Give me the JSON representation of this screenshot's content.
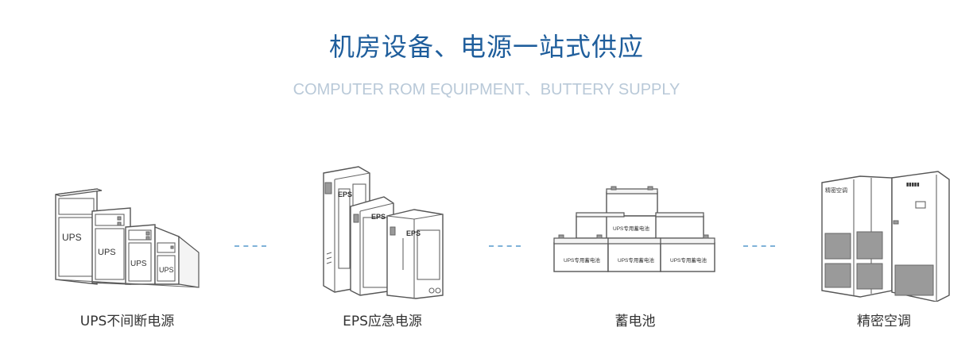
{
  "header": {
    "title": "机房设备、电源一站式供应",
    "subtitle": "COMPUTER ROM EQUIPMENT、BUTTERY SUPPLY"
  },
  "products": [
    {
      "label": "UPS不间断电源",
      "icon": "ups-cabinets-icon",
      "cabinet_text": "UPS"
    },
    {
      "label": "EPS应急电源",
      "icon": "eps-cabinets-icon",
      "cabinet_text": "EPS"
    },
    {
      "label": "蓄电池",
      "icon": "battery-stack-icon",
      "cabinet_text": "UPS专用蓄电池"
    },
    {
      "label": "精密空调",
      "icon": "precision-ac-icon",
      "cabinet_text": "精密空调"
    }
  ],
  "colors": {
    "title": "#1f5e9c",
    "subtitle": "#b9c9d8",
    "connector": "#7fb2d8",
    "label": "#333333"
  }
}
